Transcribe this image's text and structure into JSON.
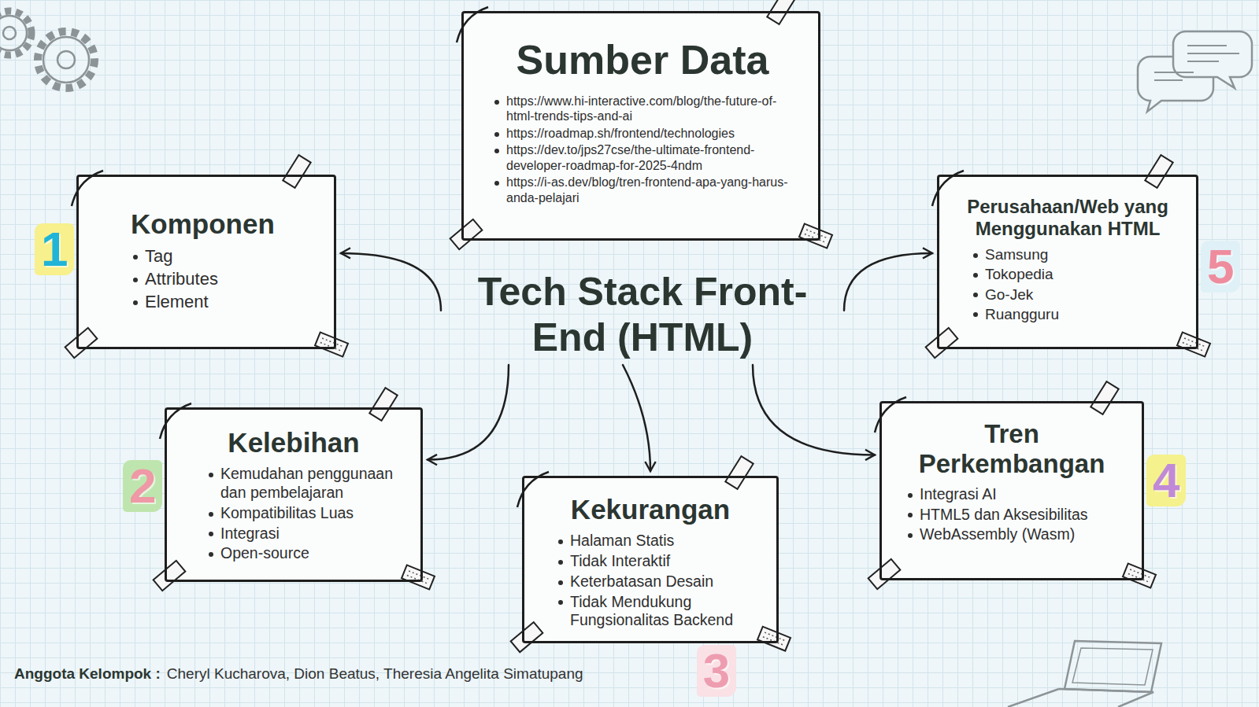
{
  "diagram": {
    "nodes": [
      {
        "text": [
          "Sumber Data",
          "https://www.hi-interactive.com/blog/the-future-of-html-trends-tips-and-ai",
          "https://roadmap.sh/frontend/technologies",
          "https://dev.to/jps27cse/the-ultimate-frontend-developer-roadmap-for-2025-4ndm",
          "https://i-as.dev/blog/tren-frontend-apa-yang-harus-anda-pelajari"
        ]
      },
      {
        "text": [
          "Komponen",
          "Tag",
          "Attributes",
          "Element"
        ]
      },
      {
        "text": [
          "Tech Stack Front-End (HTML)"
        ]
      },
      {
        "text": [
          "Perusahaan/Web yang Menggunakan HTML",
          "Samsung",
          "Tokopedia",
          "Go-Jek",
          "Ruangguru"
        ]
      },
      {
        "text": [
          "Kelebihan",
          "Kemudahan penggunaan dan pembelajaran",
          "Kompatibilitas Luas",
          "Integrasi",
          "Open-source"
        ]
      },
      {
        "text": [
          "Kekurangan",
          "Halaman Statis",
          "Tidak Interaktif",
          "Keterbatasan Desain",
          "Tidak Mendukung Fungsionalitas Backend"
        ]
      },
      {
        "text": [
          "Tren Perkembangan",
          "Integrasi AI",
          "HTML5 dan Aksesibilitas",
          "WebAssembly (Wasm)"
        ]
      }
    ],
    "edges": [
      {
        "from": 2,
        "to": 1,
        "arrow": "to"
      },
      {
        "from": 2,
        "to": 3,
        "arrow": "to"
      },
      {
        "from": 2,
        "to": 4,
        "arrow": "to"
      },
      {
        "from": 2,
        "to": 5,
        "arrow": "to"
      },
      {
        "from": 2,
        "to": 6,
        "arrow": "to"
      }
    ],
    "labels": [
      "1",
      "2",
      "3",
      "4",
      "5",
      "Anggota Kelompok :",
      "Cheryl Kucharova, Dion Beatus, Theresia Angelita Simatupang"
    ]
  }
}
